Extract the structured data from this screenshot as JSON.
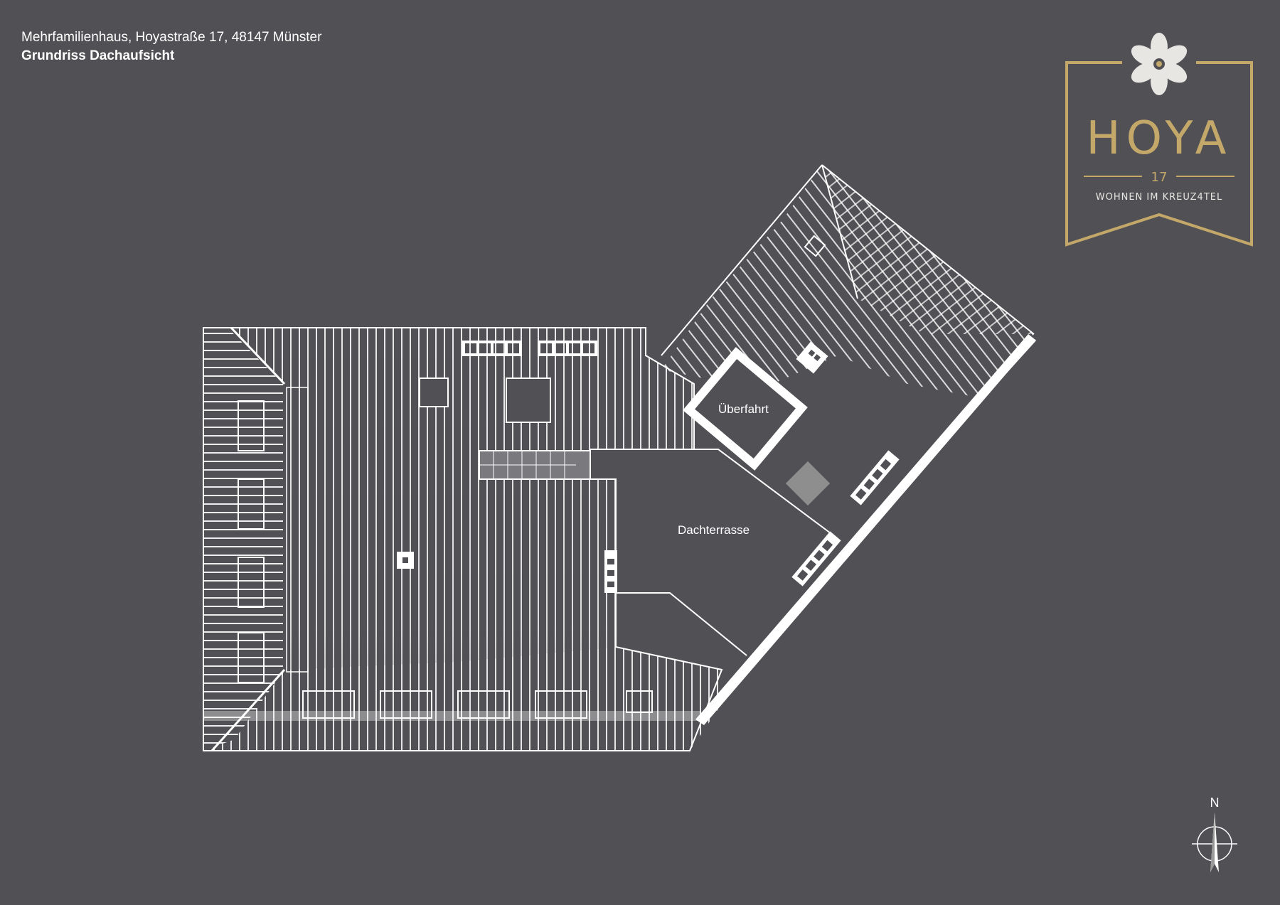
{
  "header": {
    "address": "Mehrfamilienhaus, Hoyastraße 17, 48147 Münster",
    "title": "Grundriss Dachaufsicht"
  },
  "plan": {
    "labels": {
      "ueberfahrt": "Überfahrt",
      "dachterrasse": "Dachterrasse"
    }
  },
  "logo": {
    "name": "HOYA",
    "number": "17",
    "tagline": "WOHNEN IM KREUZ4TEL"
  },
  "compass": {
    "north": "N"
  },
  "colors": {
    "background": "#515155",
    "lines": "#ffffff",
    "gold": "#c4a86a",
    "accent_gray": "#8e8e8e"
  }
}
